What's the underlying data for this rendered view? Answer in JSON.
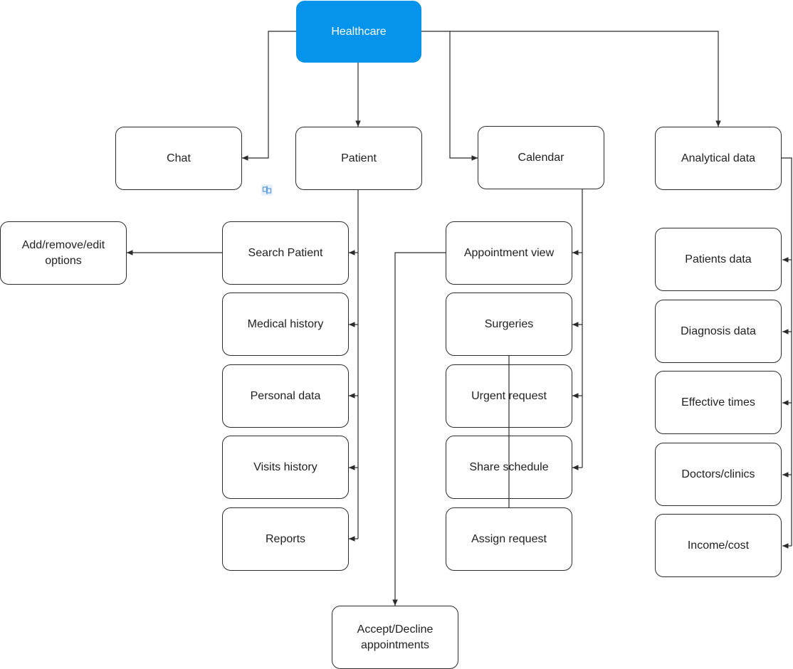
{
  "diagram": {
    "root": {
      "label": "Healthcare"
    },
    "chat": {
      "label": "Chat"
    },
    "patient": {
      "label": "Patient",
      "children": [
        "Search Patient",
        "Medical history",
        "Personal data",
        "Visits history",
        "Reports"
      ],
      "search_child": "Add/remove/edit options"
    },
    "calendar": {
      "label": "Calendar",
      "children": [
        "Appointment view",
        "Surgeries",
        "Urgent request",
        "Share schedule",
        "Assign request"
      ],
      "appointment_child": "Accept/Decline appointments"
    },
    "analytical": {
      "label": "Analytical data",
      "children": [
        "Patients data",
        "Diagnosis data",
        "Effective times",
        "Doctors/clinics",
        "Income/cost"
      ]
    }
  },
  "colors": {
    "root_fill": "#0593ec",
    "root_text": "#ffffff",
    "line": "#2b2b2b",
    "marker": "#5b9bd5"
  },
  "icons": {
    "stray_marker": "link-marker-icon"
  }
}
